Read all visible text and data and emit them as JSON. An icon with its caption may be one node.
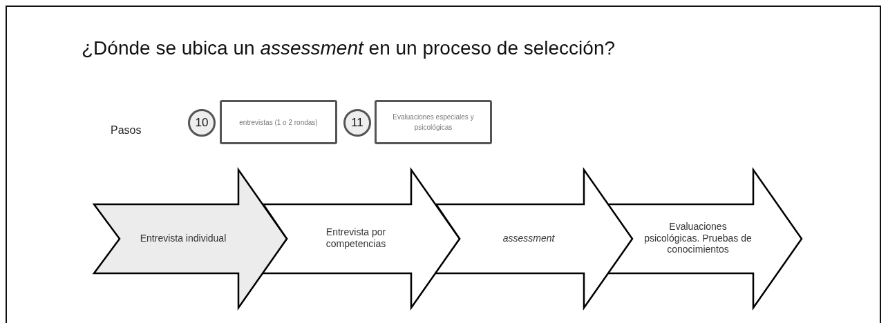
{
  "diagram": {
    "title": "¿Dónde se ubica un *assessment* en un proceso de selección?",
    "nodes": [
      {
        "text": [
          "10"
        ]
      },
      {
        "text": [
          "entrevistas (1 o 2 rondas)"
        ]
      },
      {
        "text": [
          "11"
        ]
      },
      {
        "text": [
          "Evaluaciones especiales y psicológicas"
        ]
      },
      {
        "text": [
          "Entrevista individual"
        ]
      },
      {
        "text": [
          "Entrevista por competencias"
        ]
      },
      {
        "text": [
          "assessment"
        ]
      },
      {
        "text": [
          "Evaluaciones psicológicas. Pruebas de conocimientos"
        ]
      }
    ],
    "labels": [
      "Pasos"
    ]
  }
}
